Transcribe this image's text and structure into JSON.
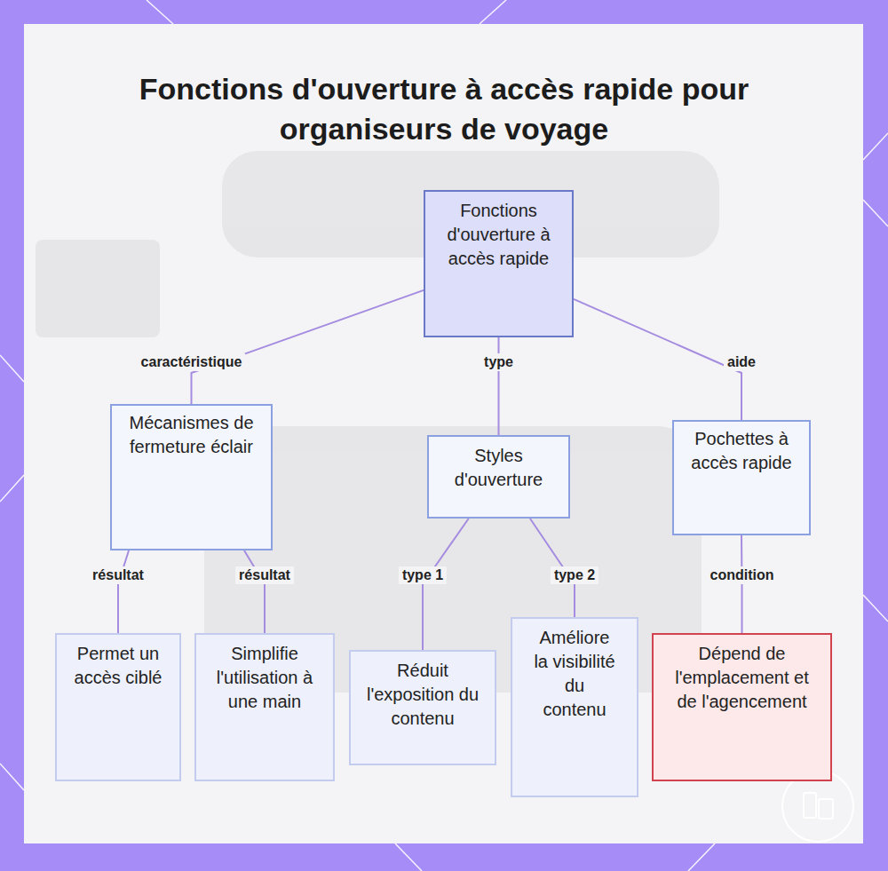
{
  "diagram": {
    "title": "Fonctions d'ouverture à accès rapide pour organiseurs de voyage",
    "nodes": [
      {
        "text": [
          "Fonctions d'ouverture à accès rapide"
        ]
      },
      {
        "text": [
          "Mécanismes de fermeture éclair"
        ]
      },
      {
        "text": [
          "Styles d'ouverture"
        ]
      },
      {
        "text": [
          "Pochettes à accès rapide"
        ]
      },
      {
        "text": [
          "Permet un accès ciblé"
        ]
      },
      {
        "text": [
          "Simplifie l'utilisation à une main"
        ]
      },
      {
        "text": [
          "Réduit l'exposition du contenu"
        ]
      },
      {
        "text": [
          "Améliore la visibilité du contenu"
        ]
      },
      {
        "text": [
          "Dépend de l'emplacement et de l'agencement"
        ]
      }
    ],
    "edges": [
      {
        "from": 0,
        "to": 1,
        "label": "caractéristique",
        "arrow": "none"
      },
      {
        "from": 0,
        "to": 2,
        "label": "type",
        "arrow": "none"
      },
      {
        "from": 0,
        "to": 3,
        "label": "aide",
        "arrow": "none"
      },
      {
        "from": 1,
        "to": 4,
        "label": "résultat",
        "arrow": "none"
      },
      {
        "from": 1,
        "to": 5,
        "label": "résultat",
        "arrow": "none"
      },
      {
        "from": 2,
        "to": 6,
        "label": "type 1",
        "arrow": "none"
      },
      {
        "from": 2,
        "to": 7,
        "label": "type 2",
        "arrow": "none"
      },
      {
        "from": 3,
        "to": 8,
        "label": "condition",
        "arrow": "none"
      }
    ]
  }
}
